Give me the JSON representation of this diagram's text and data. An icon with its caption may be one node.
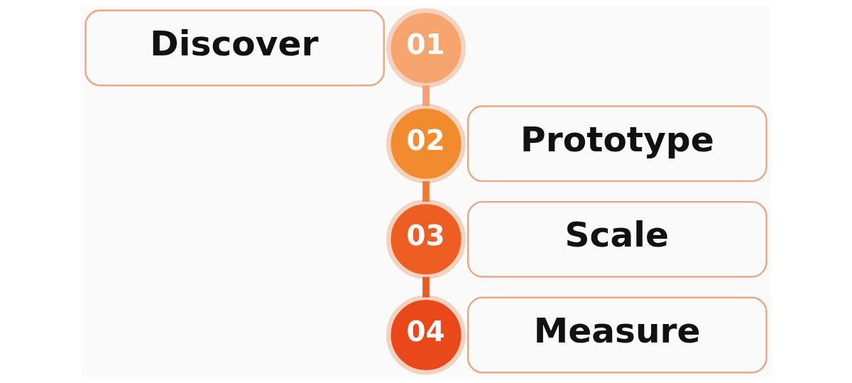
{
  "diagram": {
    "nodes": [
      {
        "text": [
          "Discover"
        ]
      },
      {
        "text": [
          "01"
        ]
      },
      {
        "text": [
          "02"
        ]
      },
      {
        "text": [
          "Prototype"
        ]
      },
      {
        "text": [
          "Scale"
        ]
      },
      {
        "text": [
          "03"
        ]
      },
      {
        "text": [
          "04"
        ]
      },
      {
        "text": [
          "Measure"
        ]
      }
    ],
    "edges": [
      {
        "from": 1,
        "to": 2,
        "arrow": "none"
      },
      {
        "from": 2,
        "to": 5,
        "arrow": "none"
      },
      {
        "from": 5,
        "to": 6,
        "arrow": "none"
      }
    ]
  }
}
